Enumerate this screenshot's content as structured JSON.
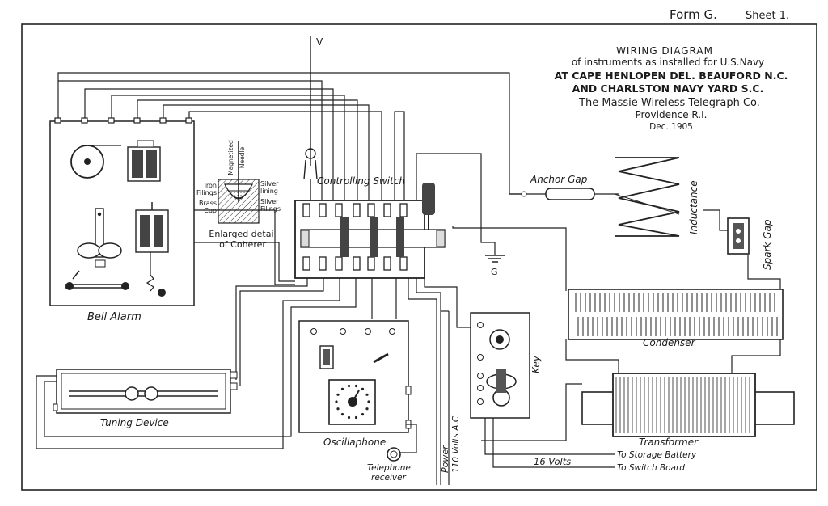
{
  "header": {
    "form_label": "Form G.",
    "sheet_label": "Sheet 1."
  },
  "title_block": {
    "line1": "WIRING DIAGRAM",
    "line2": "of instruments as installed for U.S.Navy",
    "line3": "AT CAPE HENLOPEN DEL. BEAUFORD N.C.",
    "line4": "AND CHARLSTON NAVY YARD S.C.",
    "line5": "The Massie Wireless Telegraph Co.",
    "line6": "Providence R.I.",
    "line7": "Dec. 1905"
  },
  "labels": {
    "antenna": "V",
    "controlling_switch": "Controlling Switch",
    "anchor_gap": "Anchor Gap",
    "inductance": "Inductance",
    "spark_gap": "Spark Gap",
    "ground": "G",
    "condenser": "Condenser",
    "transformer": "Transformer",
    "key": "Key",
    "bell_alarm": "Bell Alarm",
    "tuning_device": "Tuning Device",
    "oscillaphone": "Oscillaphone",
    "telephone_receiver_1": "Telephone",
    "telephone_receiver_2": "receiver",
    "power_1": "Power",
    "power_2": "110 Volts A.C.",
    "volts_16": "16 Volts",
    "to_storage_battery": "To Storage Battery",
    "to_switch_board": "To Switch Board",
    "coherer_detail_1": "Enlarged detail",
    "coherer_detail_2": "of Coherer",
    "magnetized_needle_1": "Magnetized",
    "magnetized_needle_2": "Needle",
    "iron_filings_1": "Iron",
    "iron_filings_2": "Filings",
    "brass_cup_1": "Brass",
    "brass_cup_2": "Cup",
    "silver_lining_1": "Silver",
    "silver_lining_2": "lining",
    "silver_filings_1": "Silver",
    "silver_filings_2": "Filings"
  }
}
